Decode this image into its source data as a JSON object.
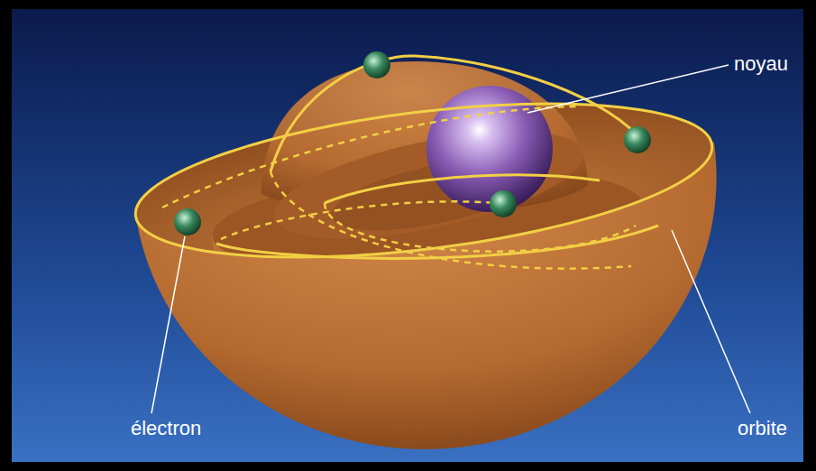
{
  "diagram": {
    "labels": [
      "noyau",
      "électron",
      "orbite"
    ]
  }
}
